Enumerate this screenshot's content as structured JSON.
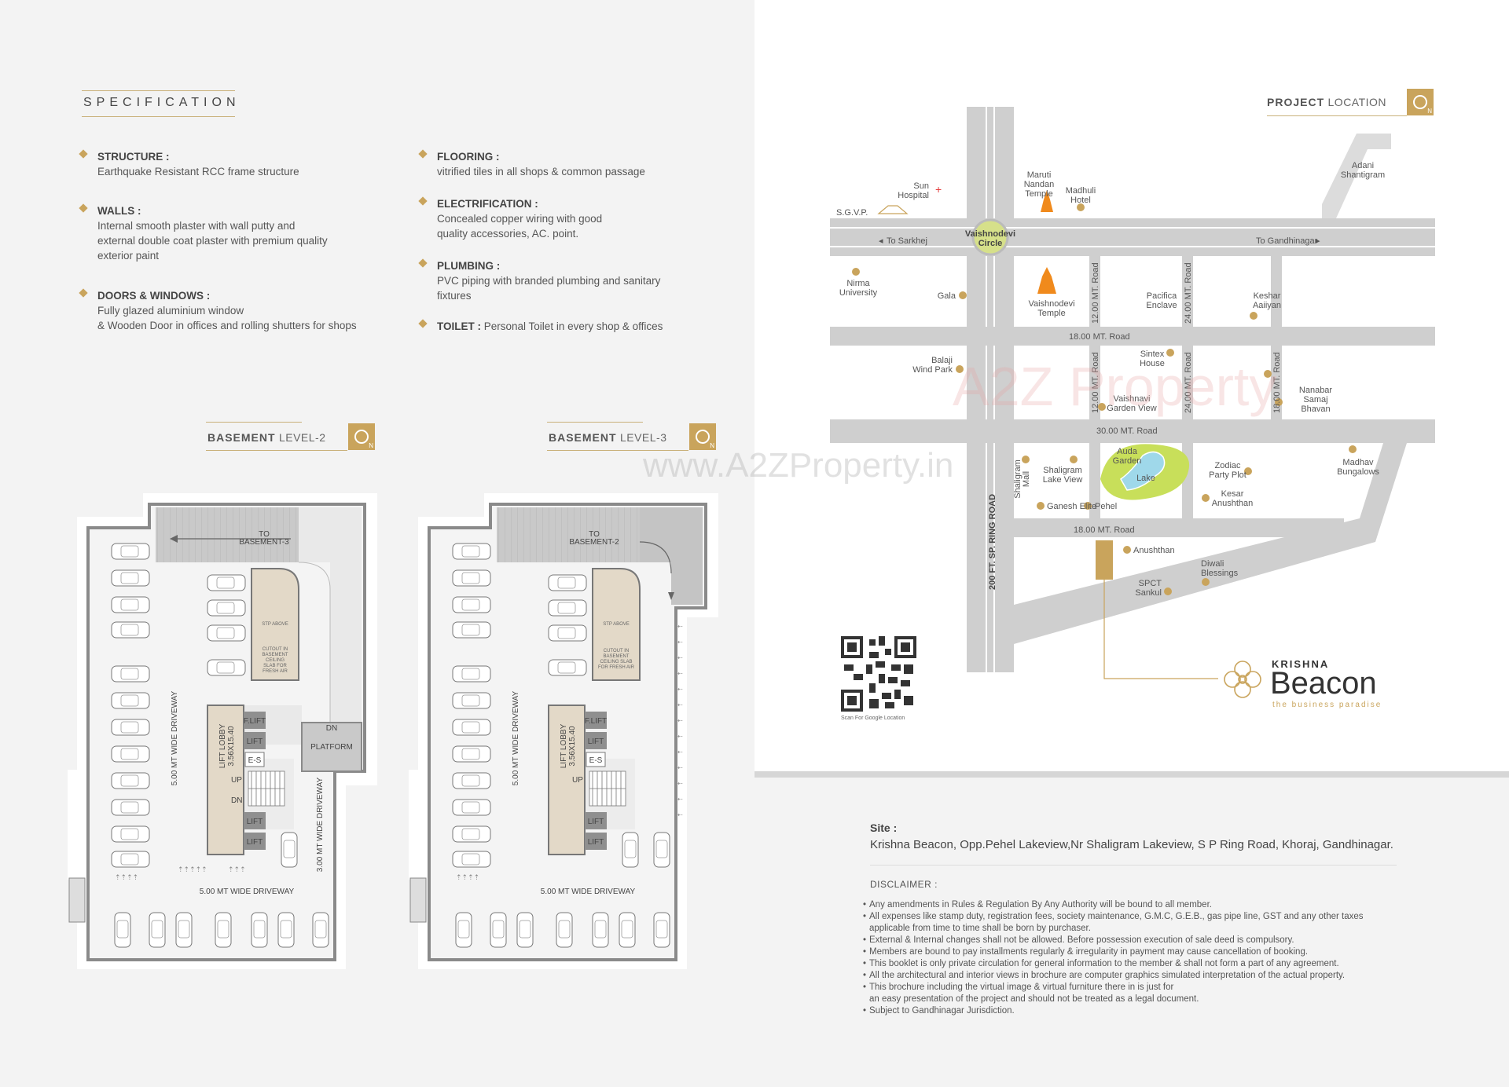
{
  "specification": {
    "title": "SPECIFICATION",
    "left_items": [
      {
        "head": "STRUCTURE :",
        "lines": [
          "Earthquake Resistant RCC frame structure"
        ]
      },
      {
        "head": "WALLS :",
        "lines": [
          "Internal smooth plaster with wall putty and",
          "external double coat plaster with premium quality",
          "exterior paint"
        ]
      },
      {
        "head": "DOORS & WINDOWS :",
        "lines": [
          "Fully glazed aluminium window",
          "& Wooden Door  in offices and rolling shutters for shops"
        ]
      }
    ],
    "right_items": [
      {
        "head": "FLOORING :",
        "lines": [
          "vitrified tiles in all shops & common passage"
        ]
      },
      {
        "head": "ELECTRIFICATION :",
        "lines": [
          "Concealed copper wiring with good",
          "quality accessories, AC. point."
        ]
      },
      {
        "head": "PLUMBING :",
        "lines": [
          "PVC piping with branded plumbing and sanitary",
          "fixtures"
        ]
      },
      {
        "head": "TOILET :",
        "lines": [
          "Personal Toilet in every shop & offices"
        ]
      }
    ]
  },
  "basement2": {
    "head_bold": "BASEMENT",
    "head_rest": "LEVEL-2",
    "ramp": [
      "TO",
      "BASEMENT-3"
    ],
    "stp": "STP ABOVE",
    "cutout": [
      "CUTOUT IN",
      "BASEMENT",
      "CEILING",
      "SLAB FOR",
      "FRESH AIR"
    ],
    "lobby": [
      "LIFT LOBBY",
      "3.56X15.40"
    ],
    "flift": "F.LIFT",
    "lift": "LIFT",
    "es": "E-S",
    "up": "UP",
    "dn": "DN",
    "platform_dn": "DN",
    "platform": "PLATFORM",
    "drive_v": "5.00 MT WIDE DRIVEWAY",
    "drive_v2": "3.00 MT WIDE DRIVEWAY",
    "drive_h": "5.00 MT WIDE DRIVEWAY"
  },
  "basement3": {
    "head_bold": "BASEMENT",
    "head_rest": "LEVEL-3",
    "ramp": [
      "TO",
      "BASEMENT-2"
    ],
    "stp": "STP ABOVE",
    "cutout": [
      "CUTOUT IN",
      "BASEMENT",
      "CEILING SLAB",
      "FOR FRESH AIR"
    ],
    "lobby": [
      "LIFT LOBBY",
      "3.56X15.40"
    ],
    "flift": "F.LIFT",
    "lift": "LIFT",
    "es": "E-S",
    "up": "UP",
    "drive_v": "5.00 MT WIDE DRIVEWAY",
    "drive_h": "5.00 MT WIDE DRIVEWAY"
  },
  "watermarks": {
    "url": "www.A2ZProperty.in",
    "logo": "A2Z Property"
  },
  "location": {
    "head_bold": "PROJECT",
    "head_rest": "LOCATION",
    "landmarks": {
      "sgvp": "S.G.V.P.",
      "sun": [
        "Sun",
        "Hospital"
      ],
      "maruti": [
        "Maruti",
        "Nandan",
        "Temple"
      ],
      "madhuli": [
        "Madhuli",
        "Hotel"
      ],
      "adani": [
        "Adani",
        "Shantigram"
      ],
      "circle": [
        "Vaishnodevi",
        "Circle"
      ],
      "to_sarkhej": "To Sarkhej",
      "to_gandhinagar": "To Gandhinagar",
      "nirma": [
        "Nirma",
        "University"
      ],
      "gala": "Gala",
      "vtemple": [
        "Vaishnodevi",
        "Temple"
      ],
      "pacifica": [
        "Pacifica",
        "Enclave"
      ],
      "keshar": [
        "Keshar",
        "Aaiiyan"
      ],
      "road18a": "18.00 MT. Road",
      "road12a": "12.00 MT. Road",
      "road24a": "24.00 MT. Road",
      "balaji": [
        "Balaji",
        "Wind Park"
      ],
      "sintex": [
        "Sintex",
        "House"
      ],
      "vgarden": [
        "Vaishnavi",
        "Garden View"
      ],
      "road12b": "12.00 MT. Road",
      "road24b": "24.00 MT. Road",
      "road18c": "18.00 MT. Road",
      "nanabar": [
        "Nanabar",
        "Samaj",
        "Bhavan"
      ],
      "road30": "30.00 MT. Road",
      "ring": "200 FT. SP. RING ROAD",
      "shaligram_mall": [
        "Shaligram",
        "Mall"
      ],
      "shaligram_lake": [
        "Shaligram",
        "Lake View"
      ],
      "auda": [
        "Auda",
        "Garden"
      ],
      "lake": "Lake",
      "zodiac": [
        "Zodiac",
        "Party Plot"
      ],
      "kesar": [
        "Kesar",
        "Anushthan"
      ],
      "madhav": [
        "Madhav",
        "Bungalows"
      ],
      "ganesh": "Ganesh Elite",
      "pehel": "Pehel",
      "road18b": "18.00 MT. Road",
      "anushthan": "Anushthan",
      "diwali": [
        "Diwali",
        "Blessings"
      ],
      "spct": [
        "SPCT",
        "Sankul"
      ]
    },
    "qr_caption": "Scan For Google Location",
    "brand_top": "KRISHNA",
    "brand_main": "Beacon",
    "brand_tag": "the business paradise"
  },
  "site": {
    "label": "Site :",
    "address": "Krishna Beacon, Opp.Pehel Lakeview,Nr Shaligram Lakeview, S P Ring Road, Khoraj, Gandhinagar."
  },
  "disclaimer": {
    "label": "DISCLAIMER :",
    "items": [
      [
        "Any amendments in Rules & Regulation By Any Authority will be bound to all member."
      ],
      [
        "All expenses like stamp duty, registration fees, society maintenance, G.M.C, G.E.B., gas pipe line, GST and any other taxes",
        "applicable from time to time shall be born by purchaser."
      ],
      [
        "External & Internal changes shall not be allowed. Before possession execution of sale deed is compulsory."
      ],
      [
        "Members are bound to pay installments regularly & irregularity in payment may cause cancellation of booking."
      ],
      [
        "This booklet is only private circulation for general information to the member & shall not form a part of any agreement."
      ],
      [
        "All the architectural and interior views in brochure are computer graphics simulated interpretation of the actual property."
      ],
      [
        "This brochure including the virtual image & virtual furniture there in is just for",
        " an easy presentation of the project and should not be treated as a legal document."
      ],
      [
        "Subject to Gandhinagar Jurisdiction."
      ]
    ]
  },
  "colors": {
    "gold": "#c9a45c",
    "road": "#cfcfcf",
    "lake_green": "#c8df5a",
    "lake_blue": "#9fd8ea",
    "temple_orange": "#f08a1c"
  }
}
